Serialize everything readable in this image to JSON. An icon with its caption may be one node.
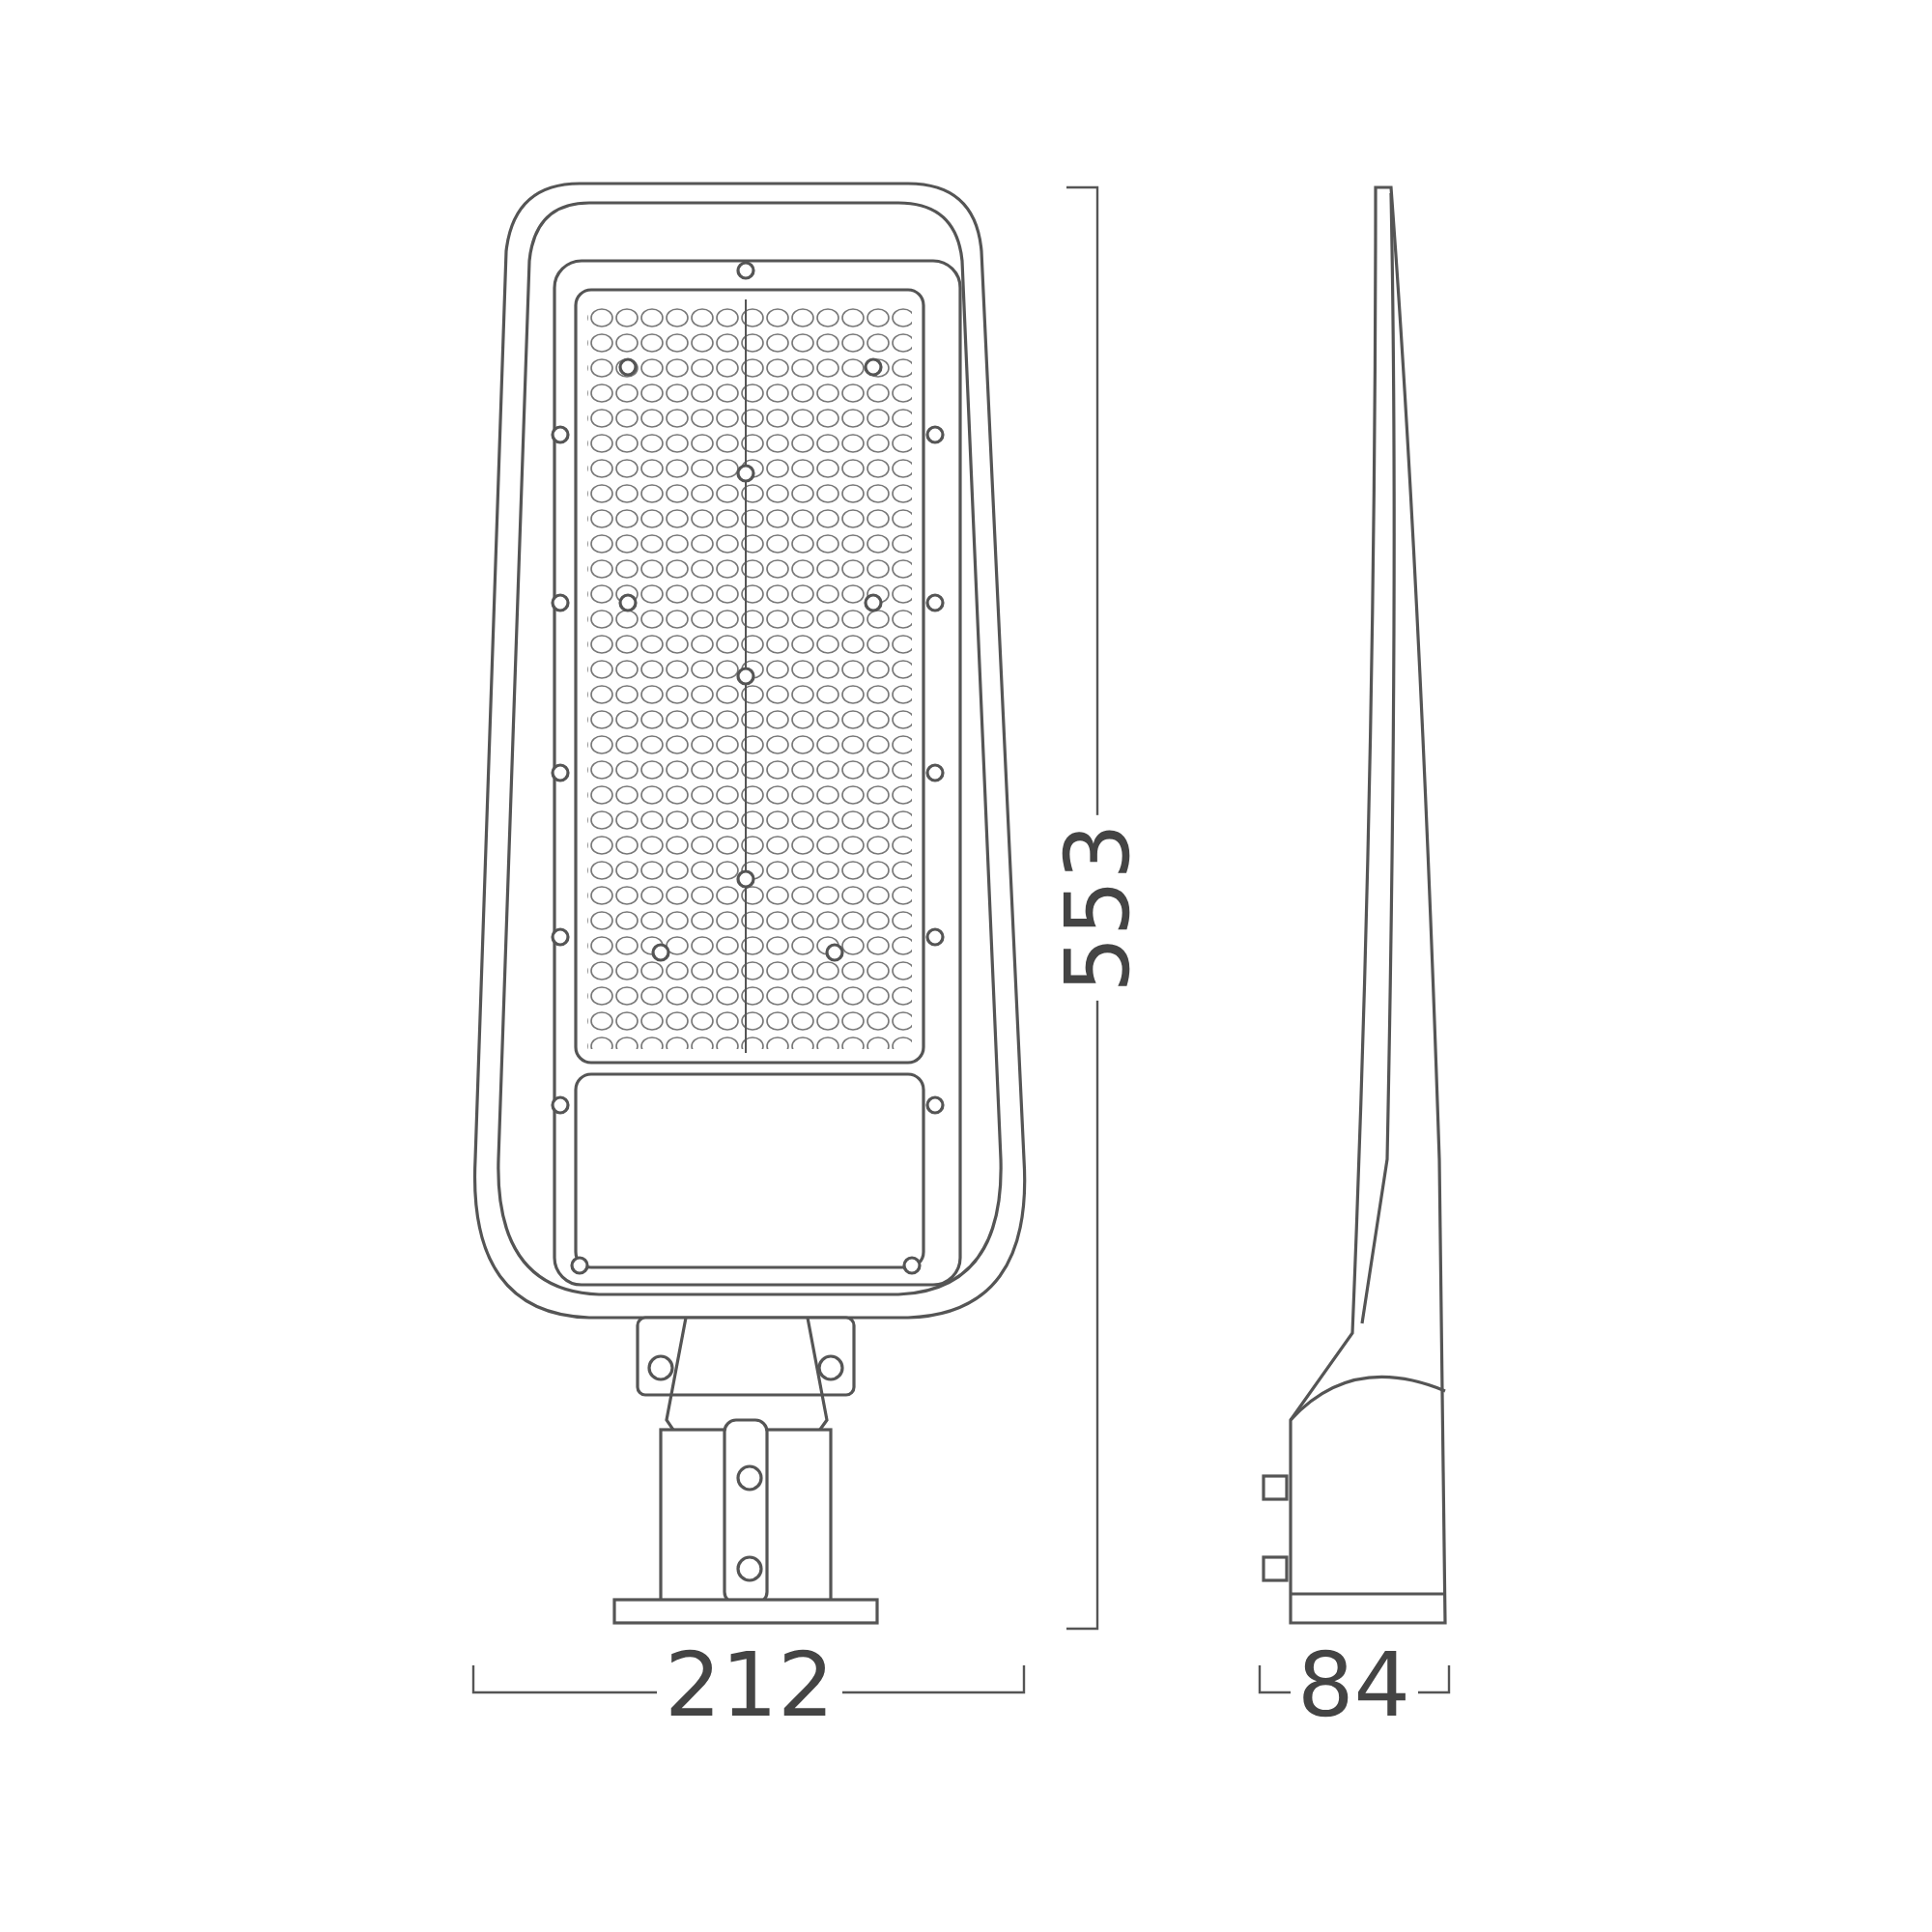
{
  "diagram": {
    "labels": [
      "553",
      "212",
      "84"
    ]
  }
}
